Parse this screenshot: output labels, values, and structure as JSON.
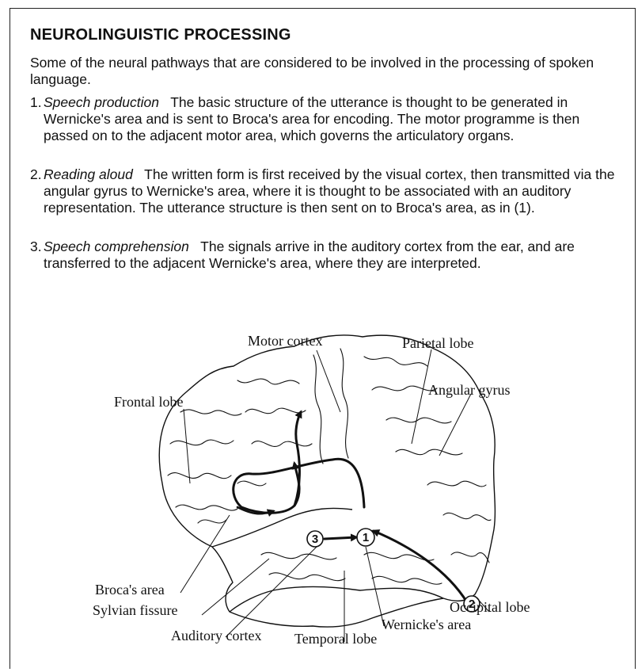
{
  "heading": "NEUROLINGUISTIC PROCESSING",
  "intro": "Some of the neural pathways that are considered to be involved in the processing of spoken language.",
  "items": [
    {
      "number": "1.",
      "title": "Speech production",
      "text": "The basic structure of the utterance is thought to be generated in Wernicke's area and is sent to Broca's area for encoding. The motor programme is then passed on to the adjacent motor area, which governs the articulatory organs."
    },
    {
      "number": "2.",
      "title": "Reading aloud",
      "text": "The written form is first received by the visual cortex, then transmitted via the angular gyrus to Wernicke's area, where it is thought to be associated with an auditory representation. The utterance structure is then sent on to Broca's area, as in (1)."
    },
    {
      "number": "3.",
      "title": "Speech comprehension",
      "text": "The signals arrive in the auditory cortex from the ear, and are transferred to the adjacent Wernicke's area, where they are interpreted."
    }
  ],
  "diagram": {
    "labels": {
      "motor_cortex": "Motor cortex",
      "parietal_lobe": "Parietal lobe",
      "frontal_lobe": "Frontal lobe",
      "angular_gyrus": "Angular gyrus",
      "brocas_area": "Broca's area",
      "sylvian_fissure": "Sylvian fissure",
      "auditory_cortex": "Auditory cortex",
      "temporal_lobe": "Temporal lobe",
      "wernickes_area": "Wernicke's area",
      "occipital_lobe": "Occipital lobe"
    },
    "markers": {
      "one": "1",
      "two": "2",
      "three": "3"
    }
  }
}
